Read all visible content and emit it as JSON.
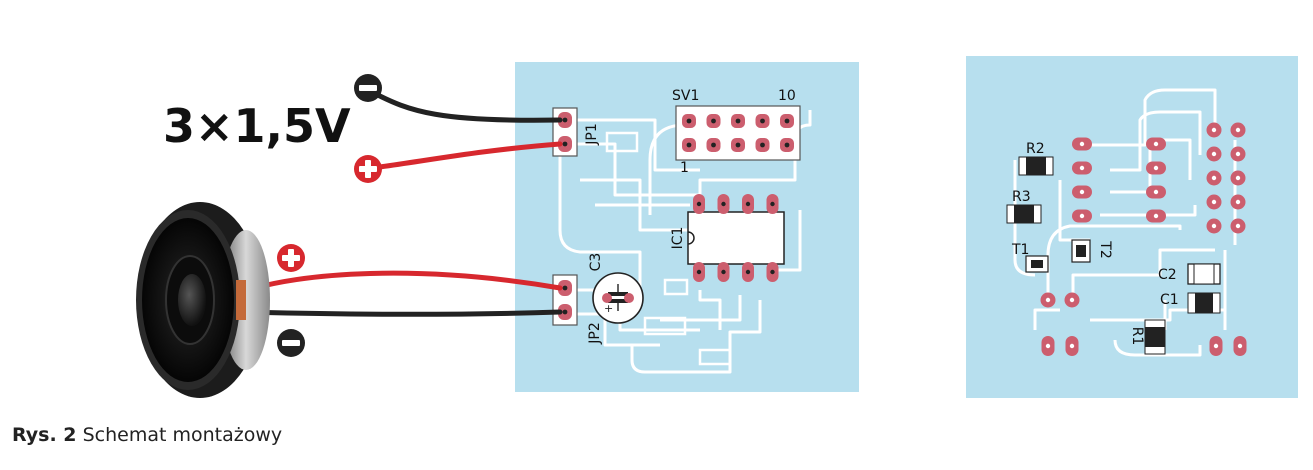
{
  "battery": {
    "label": "3×1,5V"
  },
  "board_top": {
    "labels": {
      "jp1": "JP1",
      "jp2": "JP2",
      "sv1": "SV1",
      "pin1": "1",
      "pin10": "10",
      "ic1": "IC1",
      "c3": "C3"
    }
  },
  "board_bottom": {
    "labels": {
      "r1": "R1",
      "r2": "R2",
      "r3": "R3",
      "t1": "T1",
      "t2": "T2",
      "c1": "C1",
      "c2": "C2"
    }
  },
  "caption": {
    "bold": "Rys. 2",
    "text": "Schemat montażowy"
  },
  "colors": {
    "board": "#b7dfee",
    "trace": "#ffffff",
    "pad": "#cc5e6e",
    "wire_red": "#d7282e",
    "wire_black": "#222222",
    "plus_badge": "#d7282e",
    "minus_badge": "#222222"
  }
}
